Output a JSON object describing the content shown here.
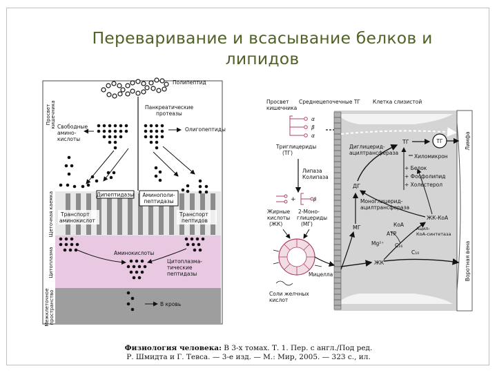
{
  "slide": {
    "title_line1": "Переваривание и всасывание белков и",
    "title_line2": "липидов"
  },
  "protein_figure": {
    "lumen_label_1": "Просвет",
    "lumen_label_2": "кишечника",
    "polypeptide": "Полипептид",
    "pancreatic_1": "Панкреатические",
    "pancreatic_2": "протеазы",
    "free_aa_1": "Свободные",
    "free_aa_2": "амино-",
    "free_aa_3": "кислоты",
    "oligopeptides": "Олигопептиды",
    "dipeptidases": "Дипептидазы",
    "aminopeptidases_1": "Аминополи-",
    "aminopeptidases_2": "пептидазы",
    "brush_border": "Щеточная каемка",
    "aa_transport_1": "Транспорт",
    "aa_transport_2": "аминокислот",
    "pep_transport_1": "Транспорт",
    "pep_transport_2": "пептидов",
    "cytoplasm": "Цитоплазма",
    "amino_acids": "Аминокислоты",
    "cyto_peptidases_1": "Цитоплазма-",
    "cyto_peptidases_2": "тические",
    "cyto_peptidases_3": "пептидазы",
    "interstitial_1": "Межклеточное",
    "interstitial_2": "пространство",
    "to_blood": "В кровь"
  },
  "lipid_figure": {
    "lumen_1": "Просвет",
    "lumen_2": "кишечника",
    "mct": "Среднецепочечные ТГ",
    "mucosa_cell": "Клетка слизистой",
    "alpha1": "α",
    "beta": "β",
    "alpha2": "α",
    "tg_1": "Триглицериды",
    "tg_2": "(ТГ)",
    "lipase": "Липаза",
    "colipase": "Колипаза",
    "fa_1": "Жирные",
    "fa_2": "кислоты",
    "fa_3": "(ЖК)",
    "mg_1": "2-Моно-",
    "mg_2": "глицериды",
    "mg_3": "(МГ)",
    "dg_transferase_1": "Диглицерид-",
    "dg_transferase_2": "ацилтрансфераза",
    "tg_cell": "ТГ",
    "tg_circle": "ТГ",
    "chylomicron": "Хиломикрон",
    "protein": "+ Белок",
    "phospholipid": "+ Фосфолипид",
    "cholesterol": "+ Холестерол",
    "dg": "ДГ",
    "mg_transferase_1": "Моноглицерид-",
    "mg_transferase_2": "ацилтрансфераза",
    "fa_coa": "ЖК-КоА",
    "coa": "КоА",
    "atp": "АТР",
    "mg2": "Mg²⁺",
    "acyl_coa_1": "Ацил-",
    "acyl_coa_2": "КоА-синтетаза",
    "mg_cell": "МГ",
    "c16": "C₁₆",
    "c10": "C₁₀",
    "fa_cell": "ЖК",
    "micelle": "Мицелла",
    "bile_salts_1": "Соли желчных",
    "bile_salts_2": "кислот",
    "lymph": "Лимфа",
    "portal_vein": "Воротная вена"
  },
  "caption": {
    "book_title": "Физиология человека:",
    "line1_rest": " В 3-х томах. Т. 1. Пер. с англ./Под ред.",
    "line2": "Р. Шмидта и Г. Тевса. — 3-е изд. — М.: Мир, 2005. — 323 с., ил."
  }
}
